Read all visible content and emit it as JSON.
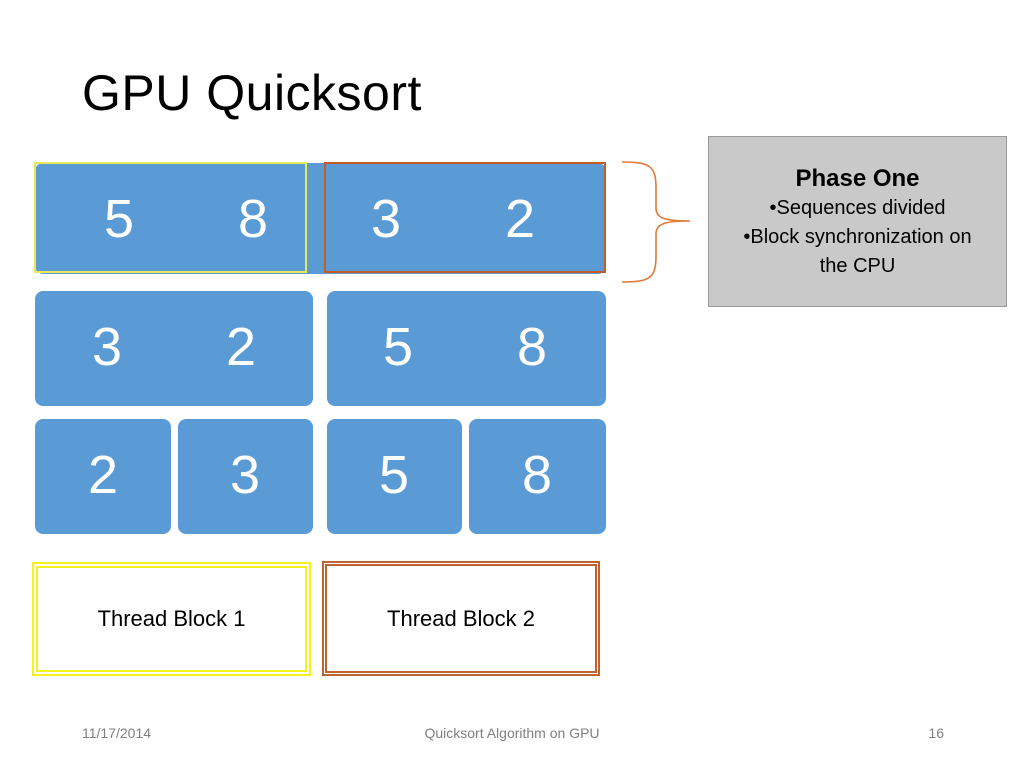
{
  "slide": {
    "title": "GPU Quicksort"
  },
  "rows": [
    {
      "values": [
        "5",
        "8",
        "3",
        "2"
      ]
    },
    {
      "values": [
        "3",
        "2",
        "5",
        "8"
      ]
    },
    {
      "values": [
        "2",
        "3",
        "5",
        "8"
      ]
    }
  ],
  "legend": {
    "block1": "Thread Block 1",
    "block2": "Thread Block 2"
  },
  "phase": {
    "title": "Phase One",
    "lines": [
      "•Sequences divided",
      "•Block synchronization on",
      "the CPU"
    ]
  },
  "footer": {
    "date": "11/17/2014",
    "center": "Quicksort Algorithm on GPU",
    "page": "16"
  },
  "colors": {
    "box_fill": "#5b9bd5",
    "thread_block_1": "#f2f21e",
    "thread_block_2": "#c0622e",
    "phase_fill": "#c9c9c9"
  }
}
